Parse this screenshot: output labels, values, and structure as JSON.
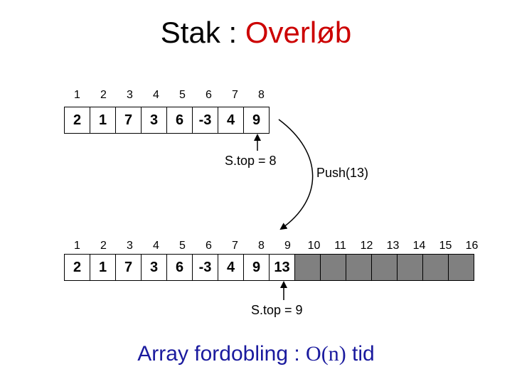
{
  "title": {
    "prefix": "Stak : ",
    "accent": "Overløb",
    "accent_color": "#cc0000"
  },
  "top_array": {
    "indices": [
      "1",
      "2",
      "3",
      "4",
      "5",
      "6",
      "7",
      "8"
    ],
    "values": [
      "2",
      "1",
      "7",
      "3",
      "6",
      "-3",
      "4",
      "9"
    ],
    "pointer_label": "S.top = 8"
  },
  "operation_label": "Push(13)",
  "bottom_array": {
    "indices": [
      "1",
      "2",
      "3",
      "4",
      "5",
      "6",
      "7",
      "8",
      "9",
      "10",
      "11",
      "12",
      "13",
      "14",
      "15",
      "16"
    ],
    "values": [
      "2",
      "1",
      "7",
      "3",
      "6",
      "-3",
      "4",
      "9",
      "13",
      "",
      "",
      "",
      "",
      "",
      "",
      ""
    ],
    "empty_color": "#808080",
    "pointer_label": "S.top = 9"
  },
  "footer": {
    "prefix": "Array fordobling : ",
    "complexity": "O(n)",
    "suffix": " tid",
    "color": "#1a1a9e"
  }
}
